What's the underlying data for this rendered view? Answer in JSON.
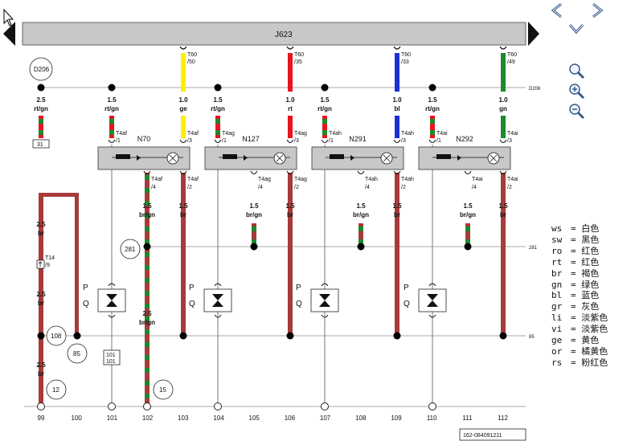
{
  "header": {
    "title": "J623"
  },
  "nav": {
    "prev": "prev-arrow",
    "next": "next-arrow"
  },
  "labels": {
    "D206": "D206",
    "D206_line": "D206",
    "281_line": "281",
    "85_line": "85",
    "c281": "281",
    "c108": "108",
    "c85": "85",
    "c12": "12",
    "c15": "15",
    "b31": "31",
    "b101a": "101",
    "b101b": "101",
    "t14a": "T14",
    "t14b": "/9",
    "ref": "162-084091211"
  },
  "components": [
    {
      "id": "N70",
      "name": "N70",
      "pin_in_a": "T4af",
      "pin_in_b": "/1",
      "pin_ctl_a": "T4af",
      "pin_ctl_b": "/3",
      "pin_o4_a": "T4af",
      "pin_o4_b": "/4",
      "pin_o2_a": "T4af",
      "pin_o2_b": "/2"
    },
    {
      "id": "N127",
      "name": "N127",
      "pin_in_a": "T4ag",
      "pin_in_b": "/1",
      "pin_ctl_a": "T4ag",
      "pin_ctl_b": "/3",
      "pin_o4_a": "T4ag",
      "pin_o4_b": "/4",
      "pin_o2_a": "T4ag",
      "pin_o2_b": "/2"
    },
    {
      "id": "N291",
      "name": "N291",
      "pin_in_a": "T4ah",
      "pin_in_b": "/1",
      "pin_ctl_a": "T4ah",
      "pin_ctl_b": "/3",
      "pin_o4_a": "T4ah",
      "pin_o4_b": "/4",
      "pin_o2_a": "T4ah",
      "pin_o2_b": "/2"
    },
    {
      "id": "N292",
      "name": "N292",
      "pin_in_a": "T4ai",
      "pin_in_b": "/1",
      "pin_ctl_a": "T4ai",
      "pin_ctl_b": "/3",
      "pin_o4_a": "T4ai",
      "pin_o4_b": "/4",
      "pin_o2_a": "T4ai",
      "pin_o2_b": "/2"
    }
  ],
  "connectors_top": [
    {
      "a": "T60",
      "b": "/50"
    },
    {
      "a": "T60",
      "b": "/35"
    },
    {
      "a": "T60",
      "b": "/33"
    },
    {
      "a": "T60",
      "b": "/49"
    }
  ],
  "wires": [
    {
      "size": "2.5",
      "color": "rt/gn"
    },
    {
      "size": "1.5",
      "color": "rt/gn"
    },
    {
      "size": "1.0",
      "color": "ge"
    },
    {
      "size": "1.5",
      "color": "rt/gn"
    },
    {
      "size": "1.0",
      "color": "rt"
    },
    {
      "size": "1.5",
      "color": "rt/gn"
    },
    {
      "size": "1.0",
      "color": "bl"
    },
    {
      "size": "1.5",
      "color": "rt/gn"
    },
    {
      "size": "1.0",
      "color": "gn"
    },
    {
      "size": "1.5",
      "color": "br/gn"
    },
    {
      "size": "1.5",
      "color": "br"
    },
    {
      "size": "1.5",
      "color": "br/gn"
    },
    {
      "size": "1.5",
      "color": "br"
    },
    {
      "size": "1.5",
      "color": "br/gn"
    },
    {
      "size": "1.5",
      "color": "br"
    },
    {
      "size": "1.5",
      "color": "br/gn"
    },
    {
      "size": "1.5",
      "color": "br"
    },
    {
      "size": "2.5",
      "color": "br"
    },
    {
      "size": "2.5",
      "color": "br"
    },
    {
      "size": "2.5",
      "color": "br"
    },
    {
      "size": "2.5",
      "color": "br/gn"
    }
  ],
  "pq": {
    "p": "P",
    "q": "Q"
  },
  "bottom_numbers": [
    "99",
    "100",
    "101",
    "102",
    "103",
    "104",
    "105",
    "106",
    "107",
    "108",
    "109",
    "110",
    "111",
    "112"
  ],
  "legend": [
    {
      "code": "ws",
      "name": "白色"
    },
    {
      "code": "sw",
      "name": "黑色"
    },
    {
      "code": "ro",
      "name": "红色"
    },
    {
      "code": "rt",
      "name": "红色"
    },
    {
      "code": "br",
      "name": "褐色"
    },
    {
      "code": "gn",
      "name": "绿色"
    },
    {
      "code": "bl",
      "name": "蓝色"
    },
    {
      "code": "gr",
      "name": "灰色"
    },
    {
      "code": "li",
      "name": "淡紫色"
    },
    {
      "code": "vi",
      "name": "淡紫色"
    },
    {
      "code": "ge",
      "name": "黄色"
    },
    {
      "code": "or",
      "name": "橘黄色"
    },
    {
      "code": "rs",
      "name": "粉红色"
    }
  ],
  "colors": {
    "red": "#e8141e",
    "green": "#1a8a2a",
    "yellow": "#ffee00",
    "blue": "#1a2fd6",
    "brown": "#a83a3a",
    "gray": "#c8c8c8"
  }
}
